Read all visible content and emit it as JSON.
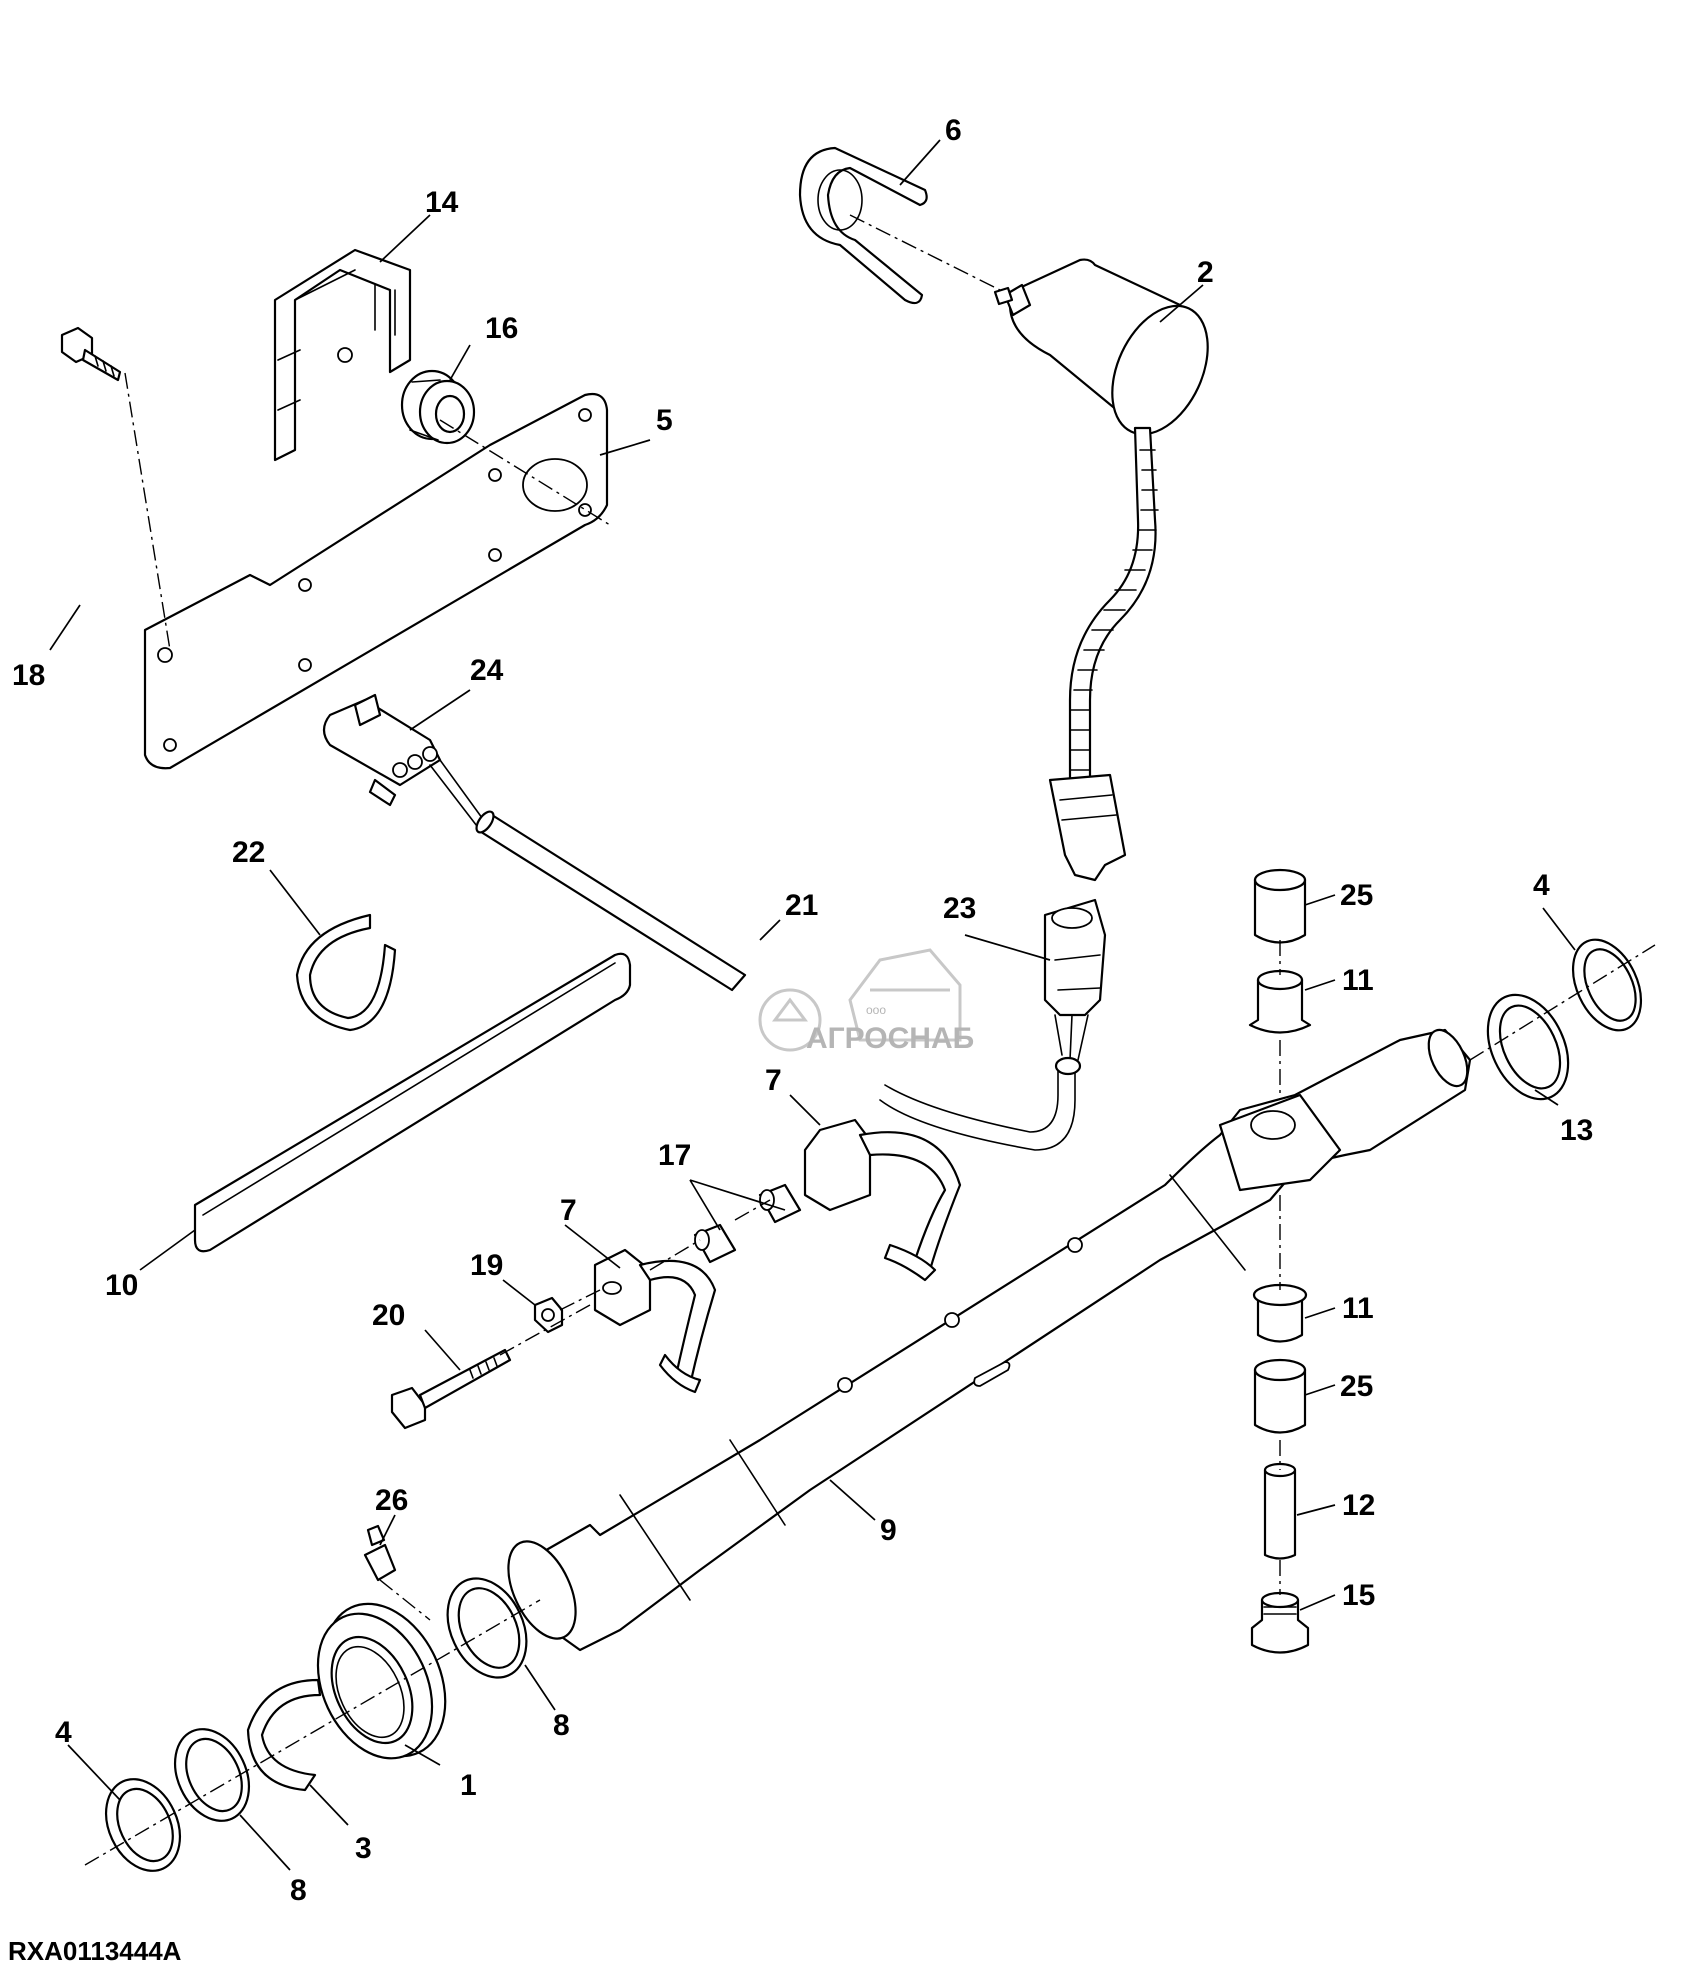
{
  "figure": {
    "id": "RXA0113444A"
  },
  "watermark": {
    "prefix": "ооо",
    "name": "АГРОСНАБ"
  },
  "callouts": [
    {
      "key": "c1",
      "label": "1"
    },
    {
      "key": "c2",
      "label": "2"
    },
    {
      "key": "c3",
      "label": "3"
    },
    {
      "key": "c4a",
      "label": "4"
    },
    {
      "key": "c4b",
      "label": "4"
    },
    {
      "key": "c5",
      "label": "5"
    },
    {
      "key": "c6",
      "label": "6"
    },
    {
      "key": "c7a",
      "label": "7"
    },
    {
      "key": "c7b",
      "label": "7"
    },
    {
      "key": "c8a",
      "label": "8"
    },
    {
      "key": "c8b",
      "label": "8"
    },
    {
      "key": "c9",
      "label": "9"
    },
    {
      "key": "c10",
      "label": "10"
    },
    {
      "key": "c11a",
      "label": "11"
    },
    {
      "key": "c11b",
      "label": "11"
    },
    {
      "key": "c12",
      "label": "12"
    },
    {
      "key": "c13",
      "label": "13"
    },
    {
      "key": "c14",
      "label": "14"
    },
    {
      "key": "c15",
      "label": "15"
    },
    {
      "key": "c16",
      "label": "16"
    },
    {
      "key": "c17",
      "label": "17"
    },
    {
      "key": "c18",
      "label": "18"
    },
    {
      "key": "c19",
      "label": "19"
    },
    {
      "key": "c20",
      "label": "20"
    },
    {
      "key": "c21",
      "label": "21"
    },
    {
      "key": "c22",
      "label": "22"
    },
    {
      "key": "c23",
      "label": "23"
    },
    {
      "key": "c24",
      "label": "24"
    },
    {
      "key": "c25a",
      "label": "25"
    },
    {
      "key": "c25b",
      "label": "25"
    },
    {
      "key": "c26",
      "label": "26"
    }
  ]
}
